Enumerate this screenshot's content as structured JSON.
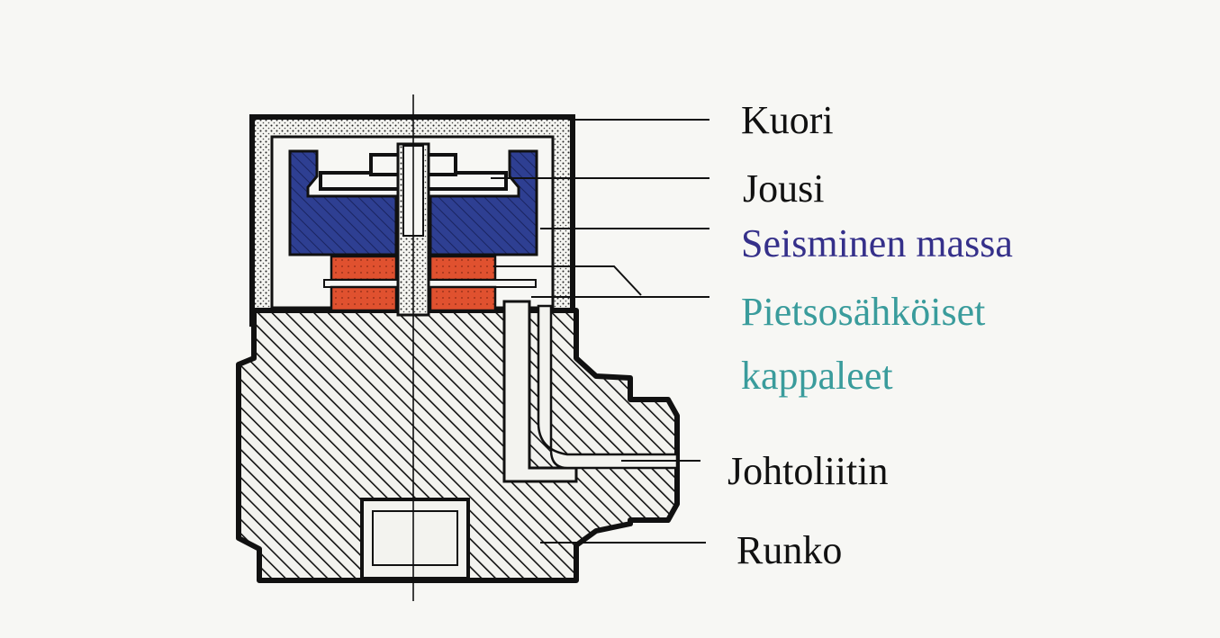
{
  "labels": {
    "kuori": "Kuori",
    "jousi": "Jousi",
    "seismic_mass": "Seisminen massa",
    "piezo_line1": "Pietsosähköiset",
    "piezo_line2": "kappaleet",
    "connector": "Johtoliitin",
    "body": "Runko"
  },
  "colors": {
    "background": "#f7f7f4",
    "outline": "#111111",
    "seismic_mass": "#2e3f92",
    "piezo": "#e0512f",
    "piezo_text": "#3a9c9c",
    "mass_text": "#35308a",
    "text": "#111111"
  }
}
